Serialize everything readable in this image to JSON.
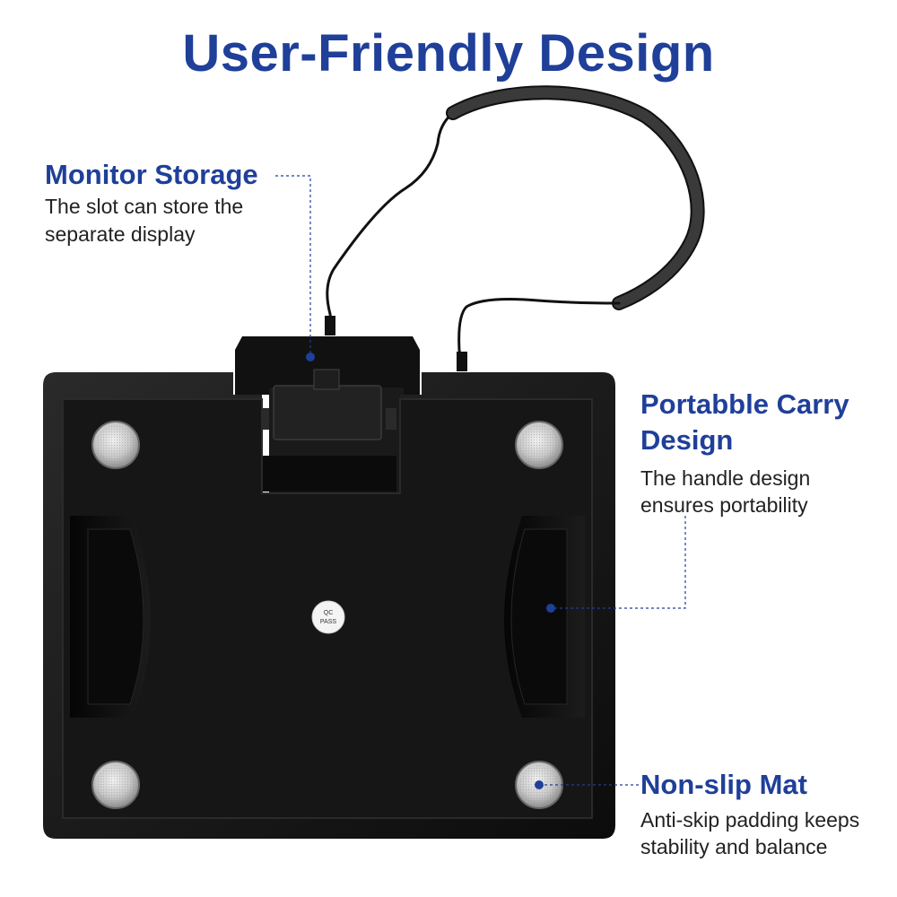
{
  "title": "User-Friendly Design",
  "accent_color": "#1f3f99",
  "features": [
    {
      "title": "Monitor Storage",
      "desc_lines": [
        "The slot can store the",
        "separate display"
      ]
    },
    {
      "title_lines": [
        "Portabble Carry",
        "Design"
      ],
      "desc_lines": [
        "The handle design",
        "ensures portability"
      ]
    },
    {
      "title": "Non-slip Mat",
      "desc_lines": [
        "Anti-skip padding keeps",
        "stability and balance"
      ]
    }
  ],
  "product": {
    "qc_label_lines": [
      "QC",
      "PASS"
    ],
    "body_color": "#151515",
    "foot_count": 4,
    "handle_count": 2
  }
}
